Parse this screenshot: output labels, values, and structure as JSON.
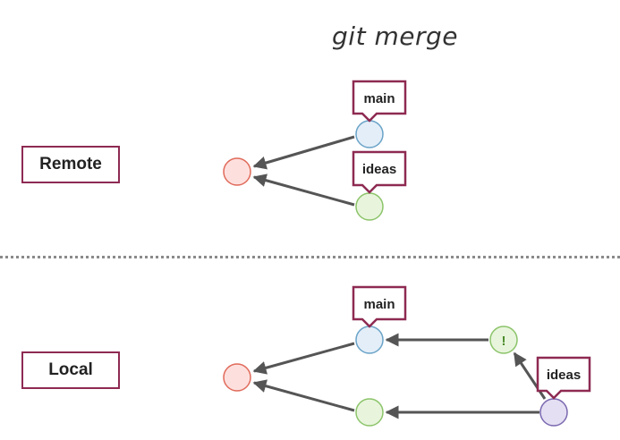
{
  "title": "git merge",
  "sections": {
    "remote": "Remote",
    "local": "Local"
  },
  "branches": {
    "remote_main": "main",
    "remote_ideas": "ideas",
    "local_main": "main",
    "local_ideas": "ideas"
  },
  "commit_marks": {
    "conflict": "!"
  },
  "colors": {
    "base_commit": "#fde0de",
    "main_commit": "#e3eef8",
    "ideas_commit": "#e8f5dc",
    "merge_commit": "#e4dff2",
    "label_border": "#8e2a52",
    "arrow": "#555555"
  }
}
